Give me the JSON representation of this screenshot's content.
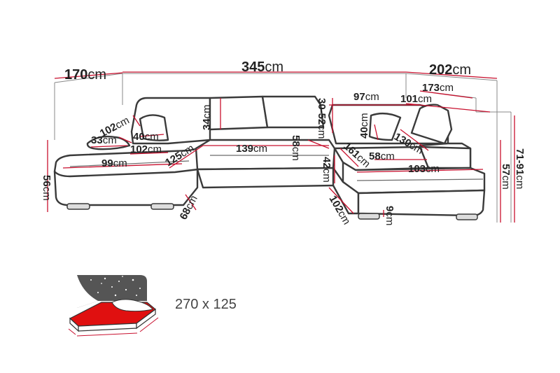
{
  "dimensions": {
    "total_width": {
      "value": "345",
      "unit": "cm"
    },
    "left_depth": {
      "value": "170",
      "unit": "cm"
    },
    "right_depth": {
      "value": "202",
      "unit": "cm"
    },
    "right_inner_depth": {
      "value": "173",
      "unit": "cm"
    },
    "right_back_width": {
      "value": "97",
      "unit": "cm"
    },
    "right_arm_depth": {
      "value": "101",
      "unit": "cm"
    },
    "left_back_diag": {
      "value": "102",
      "unit": "cm"
    },
    "left_pillow": {
      "value": "40",
      "unit": "cm"
    },
    "left_arm": {
      "value": "33",
      "unit": "cm"
    },
    "left_seat_depth": {
      "value": "102",
      "unit": "cm"
    },
    "left_seat_width": {
      "value": "99",
      "unit": "cm"
    },
    "left_diag": {
      "value": "125",
      "unit": "cm"
    },
    "left_height": {
      "value": "56",
      "unit": "cm"
    },
    "left_foot_diag": {
      "value": "68",
      "unit": "cm"
    },
    "backrest_height": {
      "value": "34",
      "unit": "cm"
    },
    "middle_width": {
      "value": "139",
      "unit": "cm"
    },
    "middle_depth": {
      "value": "58",
      "unit": "cm"
    },
    "headrest_range": {
      "value": "30-52",
      "unit": "cm"
    },
    "seat_height": {
      "value": "42",
      "unit": "cm"
    },
    "right_pillow": {
      "value": "40",
      "unit": "cm"
    },
    "right_inner_diag": {
      "value": "161",
      "unit": "cm"
    },
    "right_seat_depth": {
      "value": "58",
      "unit": "cm"
    },
    "right_arm_diag": {
      "value": "130",
      "unit": "cm"
    },
    "right_seat_width": {
      "value": "103",
      "unit": "cm"
    },
    "total_height": {
      "value": "71-91",
      "unit": "cm"
    },
    "right_height": {
      "value": "57",
      "unit": "cm"
    },
    "right_side_diag": {
      "value": "102",
      "unit": "cm"
    },
    "leg_height": {
      "value": "9",
      "unit": "cm"
    }
  },
  "bed": {
    "label": "270 x 125"
  },
  "colors": {
    "outline": "#3a3a3a",
    "dimension_line": "#c8102e",
    "bed_surface": "#e01010",
    "night": "#555555"
  }
}
